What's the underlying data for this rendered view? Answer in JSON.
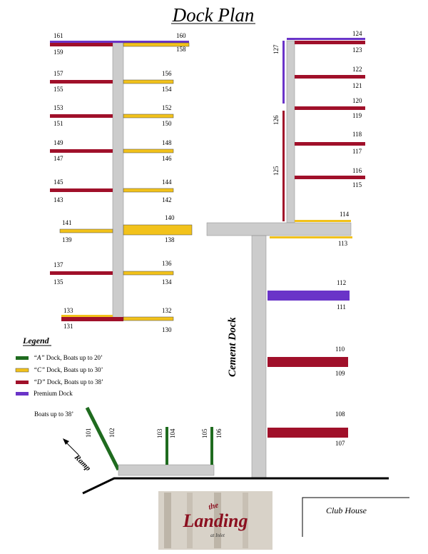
{
  "title": "Dock Plan",
  "legend": {
    "title": "Legend",
    "items": [
      {
        "prefix": "“A”",
        "text": " Dock, Boats up to 20’",
        "color": "#1f6b1f"
      },
      {
        "prefix": "“C”",
        "text": " Dock, Boats up to 30’",
        "color": "#f2c21b"
      },
      {
        "prefix": "“D”",
        "text": " Dock, Boats up to 38’",
        "color": "#a0102a"
      },
      {
        "prefix": "",
        "text": "Premium Dock",
        "color": "#6a34c8"
      }
    ]
  },
  "colors": {
    "a_dock": "#1f6b1f",
    "c_dock": "#f2c21b",
    "d_dock": "#a0102a",
    "premium": "#6a34c8",
    "walkway": "#cccccc"
  },
  "slips": {
    "left_dock": [
      {
        "top": "161",
        "bottom": "159",
        "side": "left"
      },
      {
        "top": "160",
        "bottom": "158",
        "side": "right"
      },
      {
        "top": "157",
        "bottom": "155",
        "side": "left"
      },
      {
        "top": "156",
        "bottom": "154",
        "side": "right"
      },
      {
        "top": "153",
        "bottom": "151",
        "side": "left"
      },
      {
        "top": "152",
        "bottom": "150",
        "side": "right"
      },
      {
        "top": "149",
        "bottom": "147",
        "side": "left"
      },
      {
        "top": "148",
        "bottom": "146",
        "side": "right"
      },
      {
        "top": "145",
        "bottom": "143",
        "side": "left"
      },
      {
        "top": "144",
        "bottom": "142",
        "side": "right"
      },
      {
        "top": "141",
        "bottom": "139",
        "side": "left"
      },
      {
        "top": "140",
        "bottom": "138",
        "side": "right"
      },
      {
        "top": "137",
        "bottom": "135",
        "side": "left"
      },
      {
        "top": "136",
        "bottom": "134",
        "side": "right"
      },
      {
        "top": "133",
        "bottom": "131",
        "side": "left"
      },
      {
        "top": "132",
        "bottom": "130",
        "side": "right"
      }
    ],
    "right_dock": [
      {
        "top": "124",
        "bottom": "123"
      },
      {
        "top": "122",
        "bottom": "121"
      },
      {
        "top": "120",
        "bottom": "119"
      },
      {
        "top": "118",
        "bottom": "117"
      },
      {
        "top": "116",
        "bottom": "115"
      },
      {
        "top": "114",
        "bottom": "113"
      }
    ],
    "vertical_right": [
      "127",
      "126",
      "125"
    ],
    "cement_dock": [
      {
        "top": "112",
        "bottom": "111"
      },
      {
        "top": "110",
        "bottom": "109"
      },
      {
        "top": "108",
        "bottom": "107"
      }
    ],
    "ramp_area": [
      "101",
      "102",
      "103",
      "104",
      "105",
      "106"
    ]
  },
  "cement_dock_label": "Cement Dock",
  "ramp_label": "Ramp",
  "boats_note": "Boats up to 38’",
  "club_house": "Club House",
  "logo": {
    "line1": "the",
    "line2": "Landing",
    "line3": "at Inlet"
  }
}
